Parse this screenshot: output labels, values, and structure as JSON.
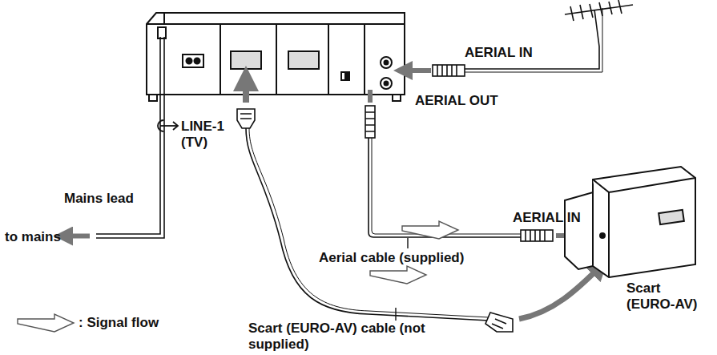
{
  "diagram": {
    "labels": [
      "AERIAL IN",
      "AERIAL OUT",
      "LINE-1 (TV)",
      "Mains lead",
      "to mains",
      "AERIAL IN",
      "Aerial cable (supplied)",
      "Scart (EURO-AV)",
      "Scart (EURO-AV) cable (not supplied)"
    ],
    "legend": [
      {
        "text": ": Signal flow"
      }
    ]
  }
}
